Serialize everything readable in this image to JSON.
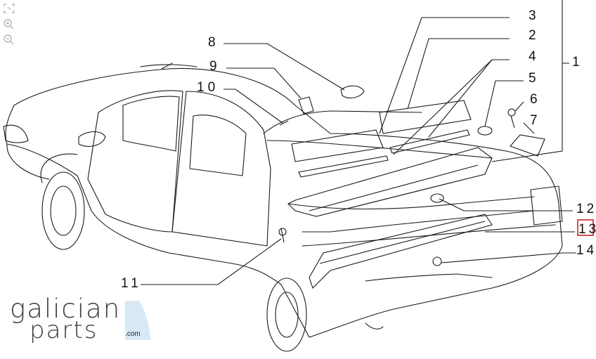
{
  "toolbar": {
    "tools": [
      {
        "icon": "fullscreen-icon"
      },
      {
        "icon": "zoom-in-icon"
      },
      {
        "icon": "zoom-out-icon"
      }
    ]
  },
  "callouts": [
    "1",
    "2",
    "3",
    "4",
    "5",
    "6",
    "7",
    "8",
    "9",
    "10",
    "11",
    "12",
    "13",
    "14"
  ],
  "highlighted_callout": "13",
  "colors": {
    "highlight": "#cc2222",
    "line": "#1a1a1a",
    "logo_accent": "#d7e9f5"
  },
  "logo": {
    "line1": "galician",
    "line2": "parts",
    "domain": ".com"
  }
}
